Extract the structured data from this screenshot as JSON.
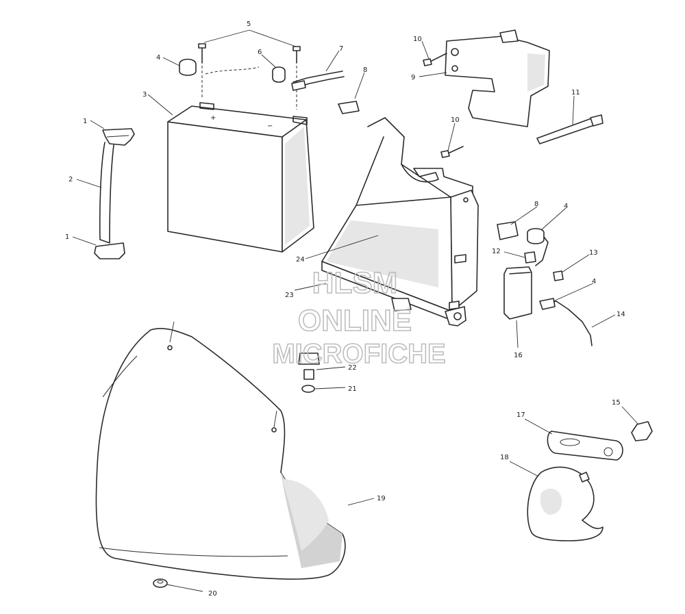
{
  "watermark": {
    "line1": "HLSM",
    "line2": "ONLINE",
    "line3": "MICROFICHE"
  },
  "callouts": [
    "1",
    "2",
    "1",
    "3",
    "4",
    "5",
    "6",
    "7",
    "8",
    "10",
    "9",
    "11",
    "10",
    "8",
    "4",
    "12",
    "13",
    "4",
    "14",
    "24",
    "23",
    "16",
    "22",
    "21",
    "15",
    "17",
    "18",
    "19",
    "20"
  ]
}
